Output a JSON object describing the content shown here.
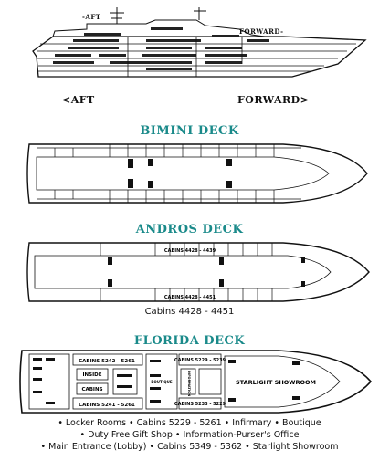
{
  "profile": {
    "aft_top": "-AFT",
    "forward_top": "FORWARD-",
    "aft_bottom": "<AFT",
    "forward_bottom": "FORWARD>"
  },
  "decks": [
    {
      "title": "BIMINI DECK"
    },
    {
      "title": "ANDROS DECK",
      "cabins_top": "CABINS 4428 - 4439",
      "cabins_bottom": "CABINS 4428 - 4451",
      "caption": "Cabins 4428 - 4451"
    },
    {
      "title": "FLORIDA DECK",
      "labels": {
        "cabins_top": "CABINS 5242 - 5261",
        "cabins_bottom": "CABINS 5241 - 5261",
        "cabins_center": "CABINS",
        "inside": "INSIDE",
        "cabins_fwd_top": "CABINS 5229 - 5239",
        "cabins_fwd_bottom": "CABINS 5233 - 5229",
        "starlight": "STARLIGHT SHOWROOM",
        "boutique": "BOUTIQUE",
        "information": "INFORMATION"
      }
    }
  ],
  "legend": [
    "• Locker Rooms • Cabins 5229 - 5261 • Infirmary • Boutique",
    "• Duty Free Gift Shop • Information-Purser's Office",
    "• Main Entrance (Lobby) • Cabins 5349 - 5362 • Starlight Showroom"
  ],
  "colors": {
    "title_teal": "#1a8a8a",
    "ink": "#111111"
  }
}
